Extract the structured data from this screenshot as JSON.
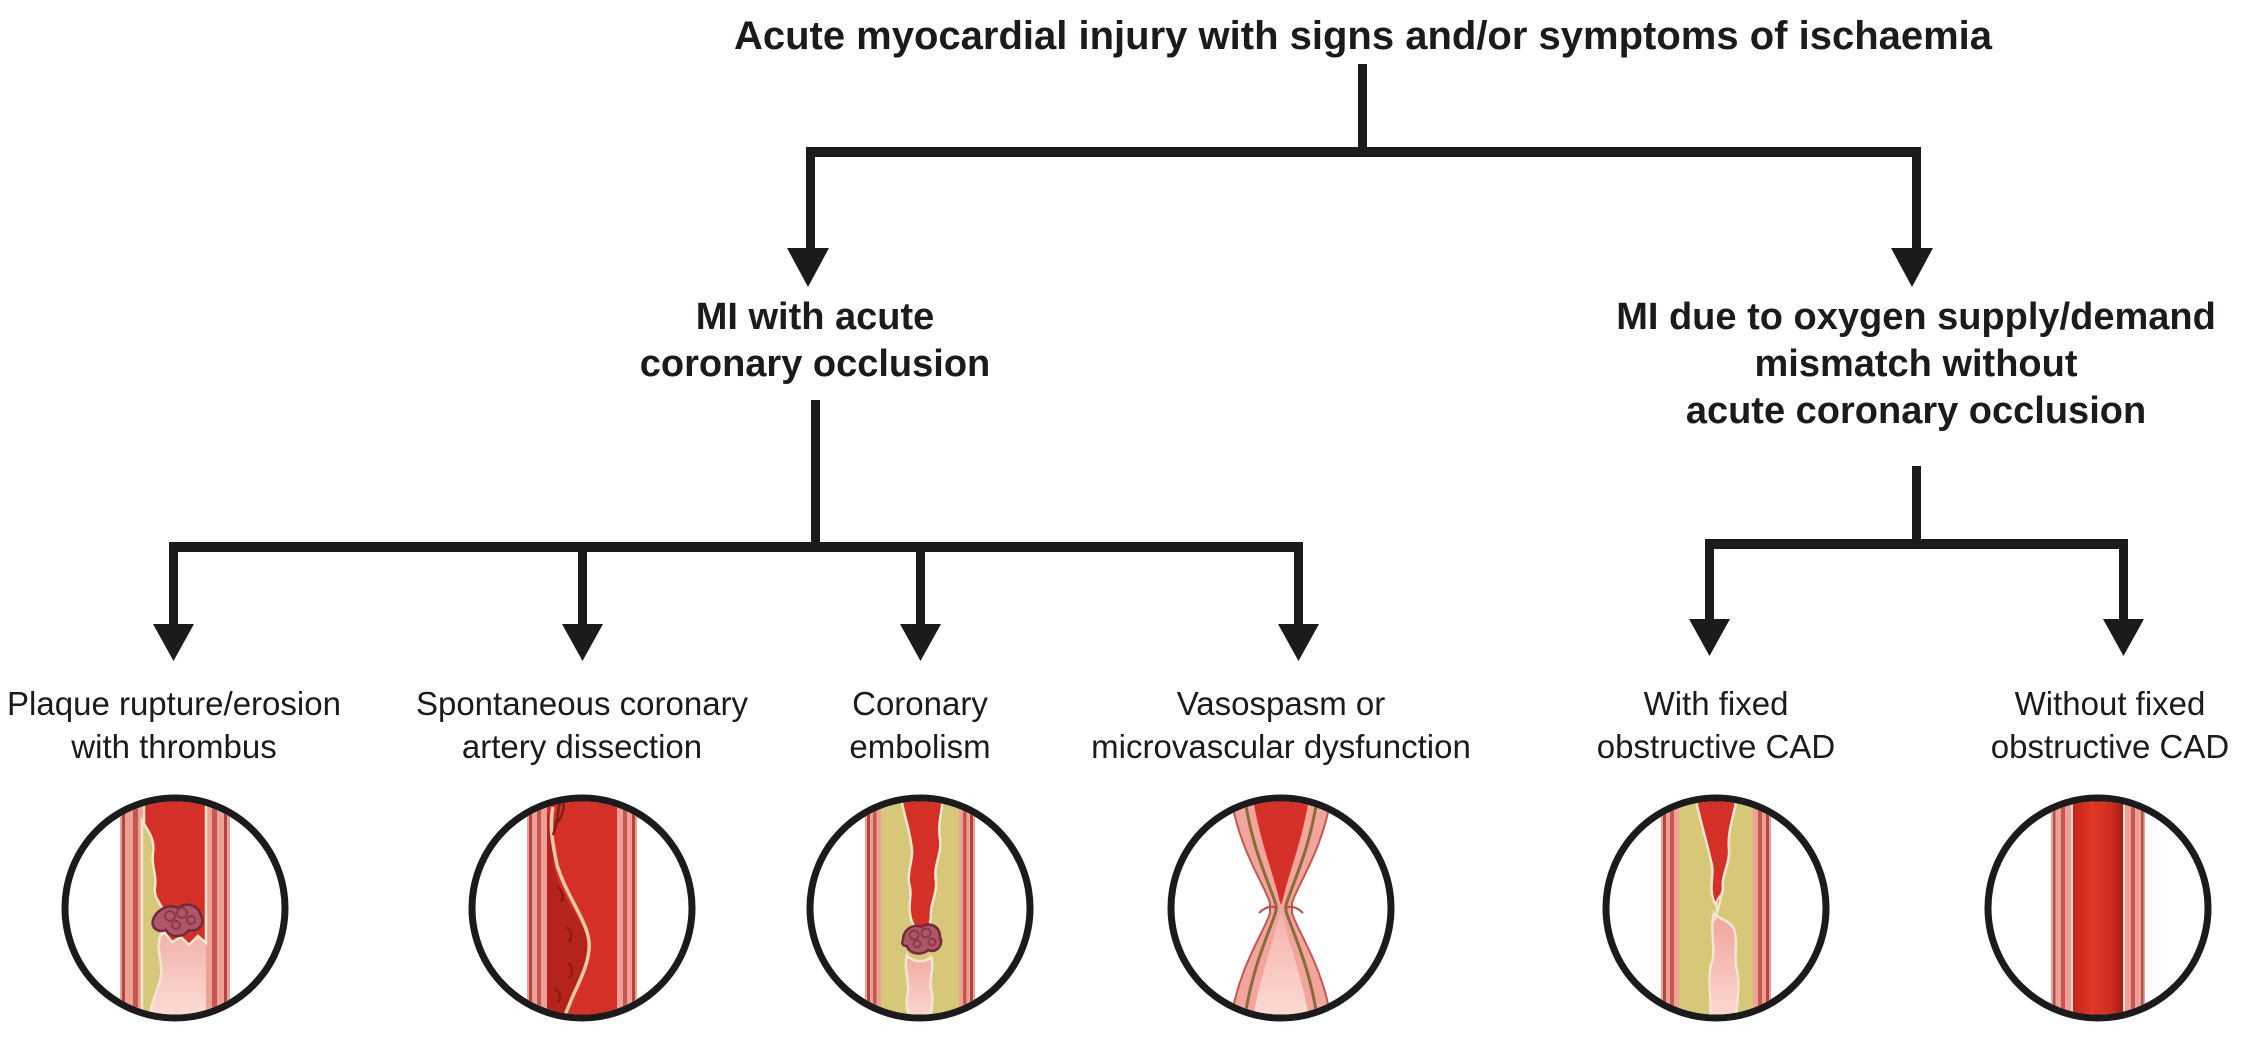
{
  "root": {
    "label": "Acute myocardial injury with signs and/or symptoms of ischaemia"
  },
  "branches": [
    {
      "id": "mi-acute-occlusion",
      "label": "MI with acute\ncoronary occlusion"
    },
    {
      "id": "mi-supply-demand-mismatch",
      "label": "MI due to oxygen supply/demand\nmismatch without\nacute coronary occlusion"
    }
  ],
  "leaves": [
    {
      "label": "Plaque rupture/erosion\nwith thrombus",
      "illustration": "artery-plaque-rupture-thrombus-icon",
      "parent": "mi-acute-occlusion"
    },
    {
      "label": "Spontaneous coronary\nartery dissection",
      "illustration": "artery-dissection-icon",
      "parent": "mi-acute-occlusion"
    },
    {
      "label": "Coronary\nembolism",
      "illustration": "artery-embolism-icon",
      "parent": "mi-acute-occlusion"
    },
    {
      "label": "Vasospasm or\nmicrovascular dysfunction",
      "illustration": "artery-vasospasm-icon",
      "parent": "mi-acute-occlusion"
    },
    {
      "label": "With fixed\nobstructive CAD",
      "illustration": "artery-fixed-stenosis-icon",
      "parent": "mi-supply-demand-mismatch"
    },
    {
      "label": "Without fixed\nobstructive CAD",
      "illustration": "artery-normal-icon",
      "parent": "mi-supply-demand-mismatch"
    }
  ],
  "colors": {
    "line": "#1b1b1b",
    "text": "#1c1a1b",
    "lumen_red": "#d43028",
    "false_lumen_red": "#b5241c",
    "plaque_yellow": "#d6c878",
    "wall_pink": "#efa096",
    "wall_stripe": "#c4574f",
    "thrombus": "#ae5666",
    "thrombus_outline": "#6f2c3c",
    "intimal_flap_cream": "#e8c9a8",
    "plaque_edge_cream": "#f3e6cf",
    "distal_lumen_pink": "#fbdcd7",
    "media_brown": "#8a6b3a"
  }
}
